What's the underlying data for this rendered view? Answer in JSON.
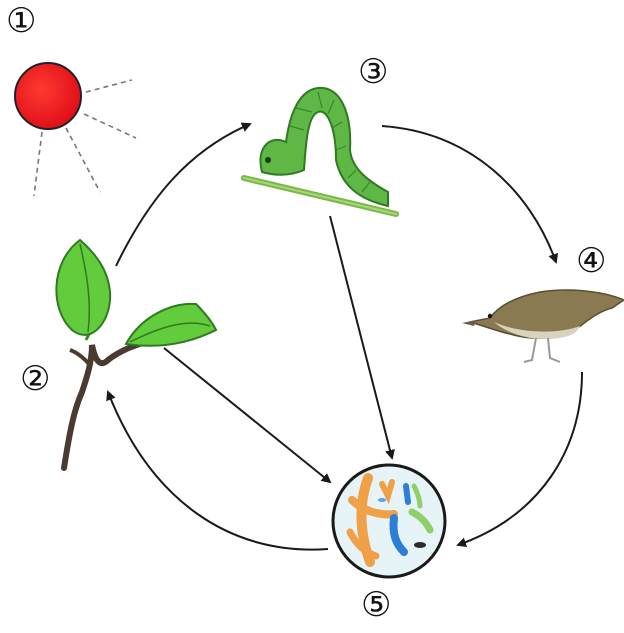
{
  "labels": {
    "sun": "①",
    "plant": "②",
    "caterpillar": "③",
    "bird": "④",
    "decomposers": "⑤"
  },
  "colors": {
    "sun": "#e8141b",
    "leaf": "#58c83a",
    "leaf_dark": "#2f8a24",
    "caterpillar": "#5fb845",
    "branch": "#4a3a30",
    "bird_back": "#8a7a52",
    "bird_belly": "#d9d3bd",
    "arrow": "#1a1a1a",
    "circle_bg": "#e6f3f7",
    "bacteria_orange": "#f0a046",
    "bacteria_blue": "#2b7fd8",
    "bacteria_green": "#8fd06a"
  }
}
